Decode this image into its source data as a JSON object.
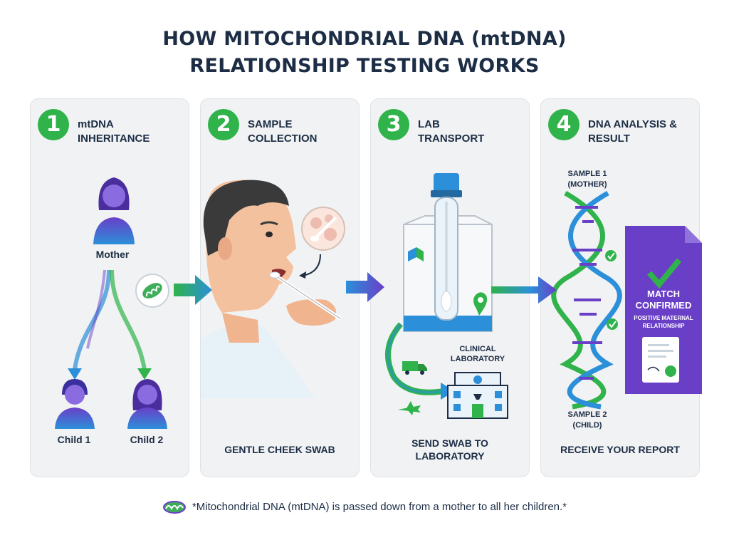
{
  "title_line1": "HOW MITOCHONDRIAL DNA (mtDNA)",
  "title_line2": "RELATIONSHIP TESTING WORKS",
  "steps": [
    {
      "number": "1",
      "title": "mtDNA INHERITANCE",
      "caption": ""
    },
    {
      "number": "2",
      "title": "SAMPLE COLLECTION",
      "caption": "GENTLE CHEEK SWAB"
    },
    {
      "number": "3",
      "title": "LAB TRANSPORT",
      "caption": "SEND SWAB TO LABORATORY"
    },
    {
      "number": "4",
      "title": "DNA ANALYSIS & RESULT",
      "caption": "RECEIVE YOUR REPORT"
    }
  ],
  "step1": {
    "mother": "Mother",
    "child1": "Child 1",
    "child2": "Child 2"
  },
  "step3": {
    "lab_label": "CLINICAL LABORATORY"
  },
  "step4": {
    "sample1": "SAMPLE 1 (MOTHER)",
    "sample2": "SAMPLE 2 (CHILD)",
    "match": "MATCH CONFIRMED",
    "relationship": "POSITIVE MATERNAL RELATIONSHIP"
  },
  "footer_note": "*Mitochondrial DNA (mtDNA) is passed down from a mother to all her children.*",
  "colors": {
    "green": "#2fb34a",
    "purple": "#6a3fc8",
    "blue": "#2b8fd9",
    "navy": "#1c2d45"
  }
}
